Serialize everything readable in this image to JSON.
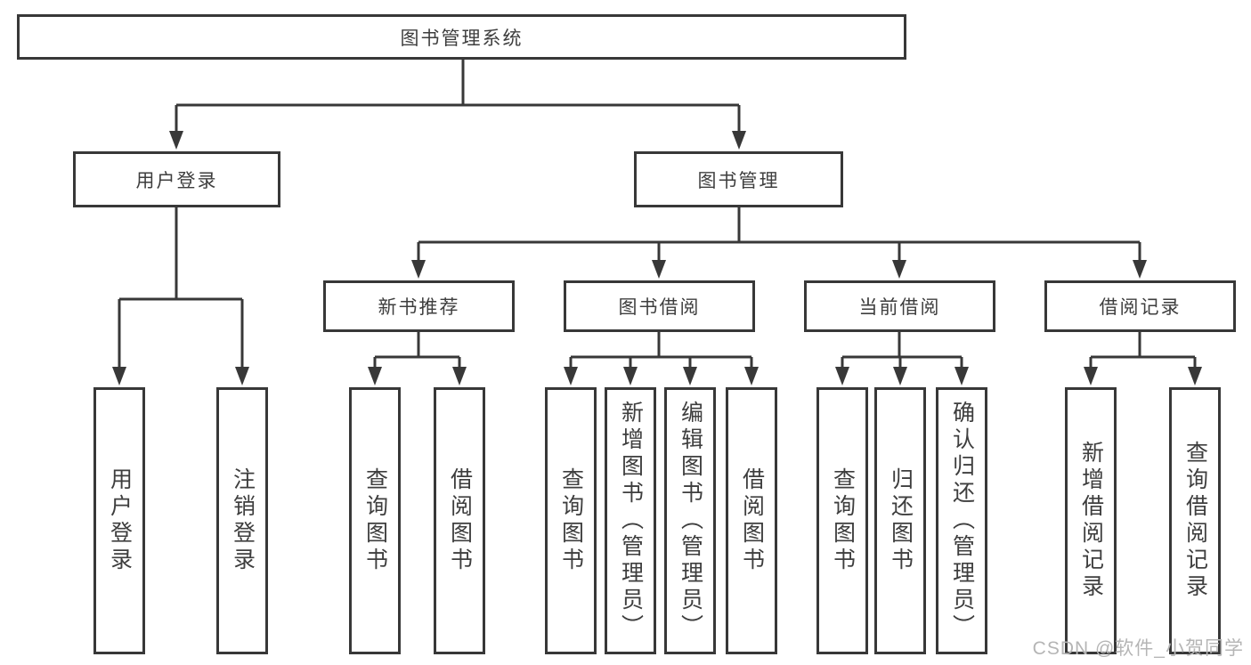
{
  "tree": {
    "label": "图书管理系统",
    "children": [
      {
        "label": "用户登录",
        "children": [
          {
            "label": "用户登录"
          },
          {
            "label": "注销登录"
          }
        ]
      },
      {
        "label": "图书管理",
        "children": [
          {
            "label": "新书推荐",
            "children": [
              {
                "label": "查询图书"
              },
              {
                "label": "借阅图书"
              }
            ]
          },
          {
            "label": "图书借阅",
            "children": [
              {
                "label": "查询图书"
              },
              {
                "label": "新增图书（管理员）"
              },
              {
                "label": "编辑图书（管理员）"
              },
              {
                "label": "借阅图书"
              }
            ]
          },
          {
            "label": "当前借阅",
            "children": [
              {
                "label": "查询图书"
              },
              {
                "label": "归还图书"
              },
              {
                "label": "确认归还（管理员）"
              }
            ]
          },
          {
            "label": "借阅记录",
            "children": [
              {
                "label": "新增借阅记录"
              },
              {
                "label": "查询借阅记录"
              }
            ]
          }
        ]
      }
    ]
  },
  "watermark": "CSDN @软件_小贺同学",
  "colors": {
    "line": "#383838",
    "text": "#3e3e3e",
    "background": "#ffffff",
    "watermark": "#b5b5b5"
  }
}
